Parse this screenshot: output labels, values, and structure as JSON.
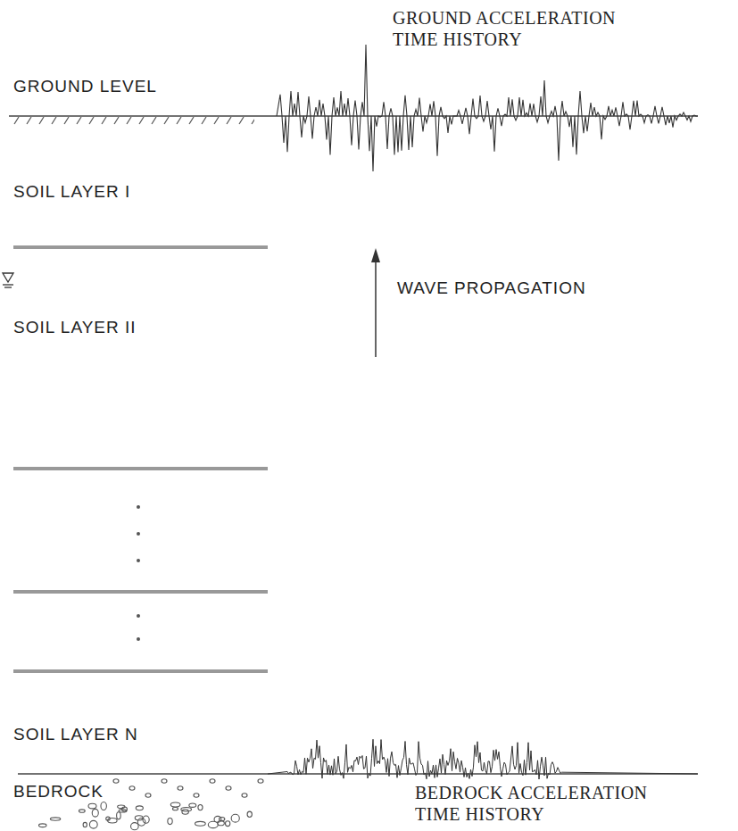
{
  "diagram": {
    "labels": [
      "GROUND ACCELERATION TIME HISTORY",
      "GROUND LEVEL",
      "SOIL LAYER I",
      "WAVE PROPAGATION",
      "SOIL LAYER II",
      "SOIL LAYER N",
      "BEDROCK",
      "BEDROCK ACCELERATION TIME HISTORY"
    ]
  }
}
